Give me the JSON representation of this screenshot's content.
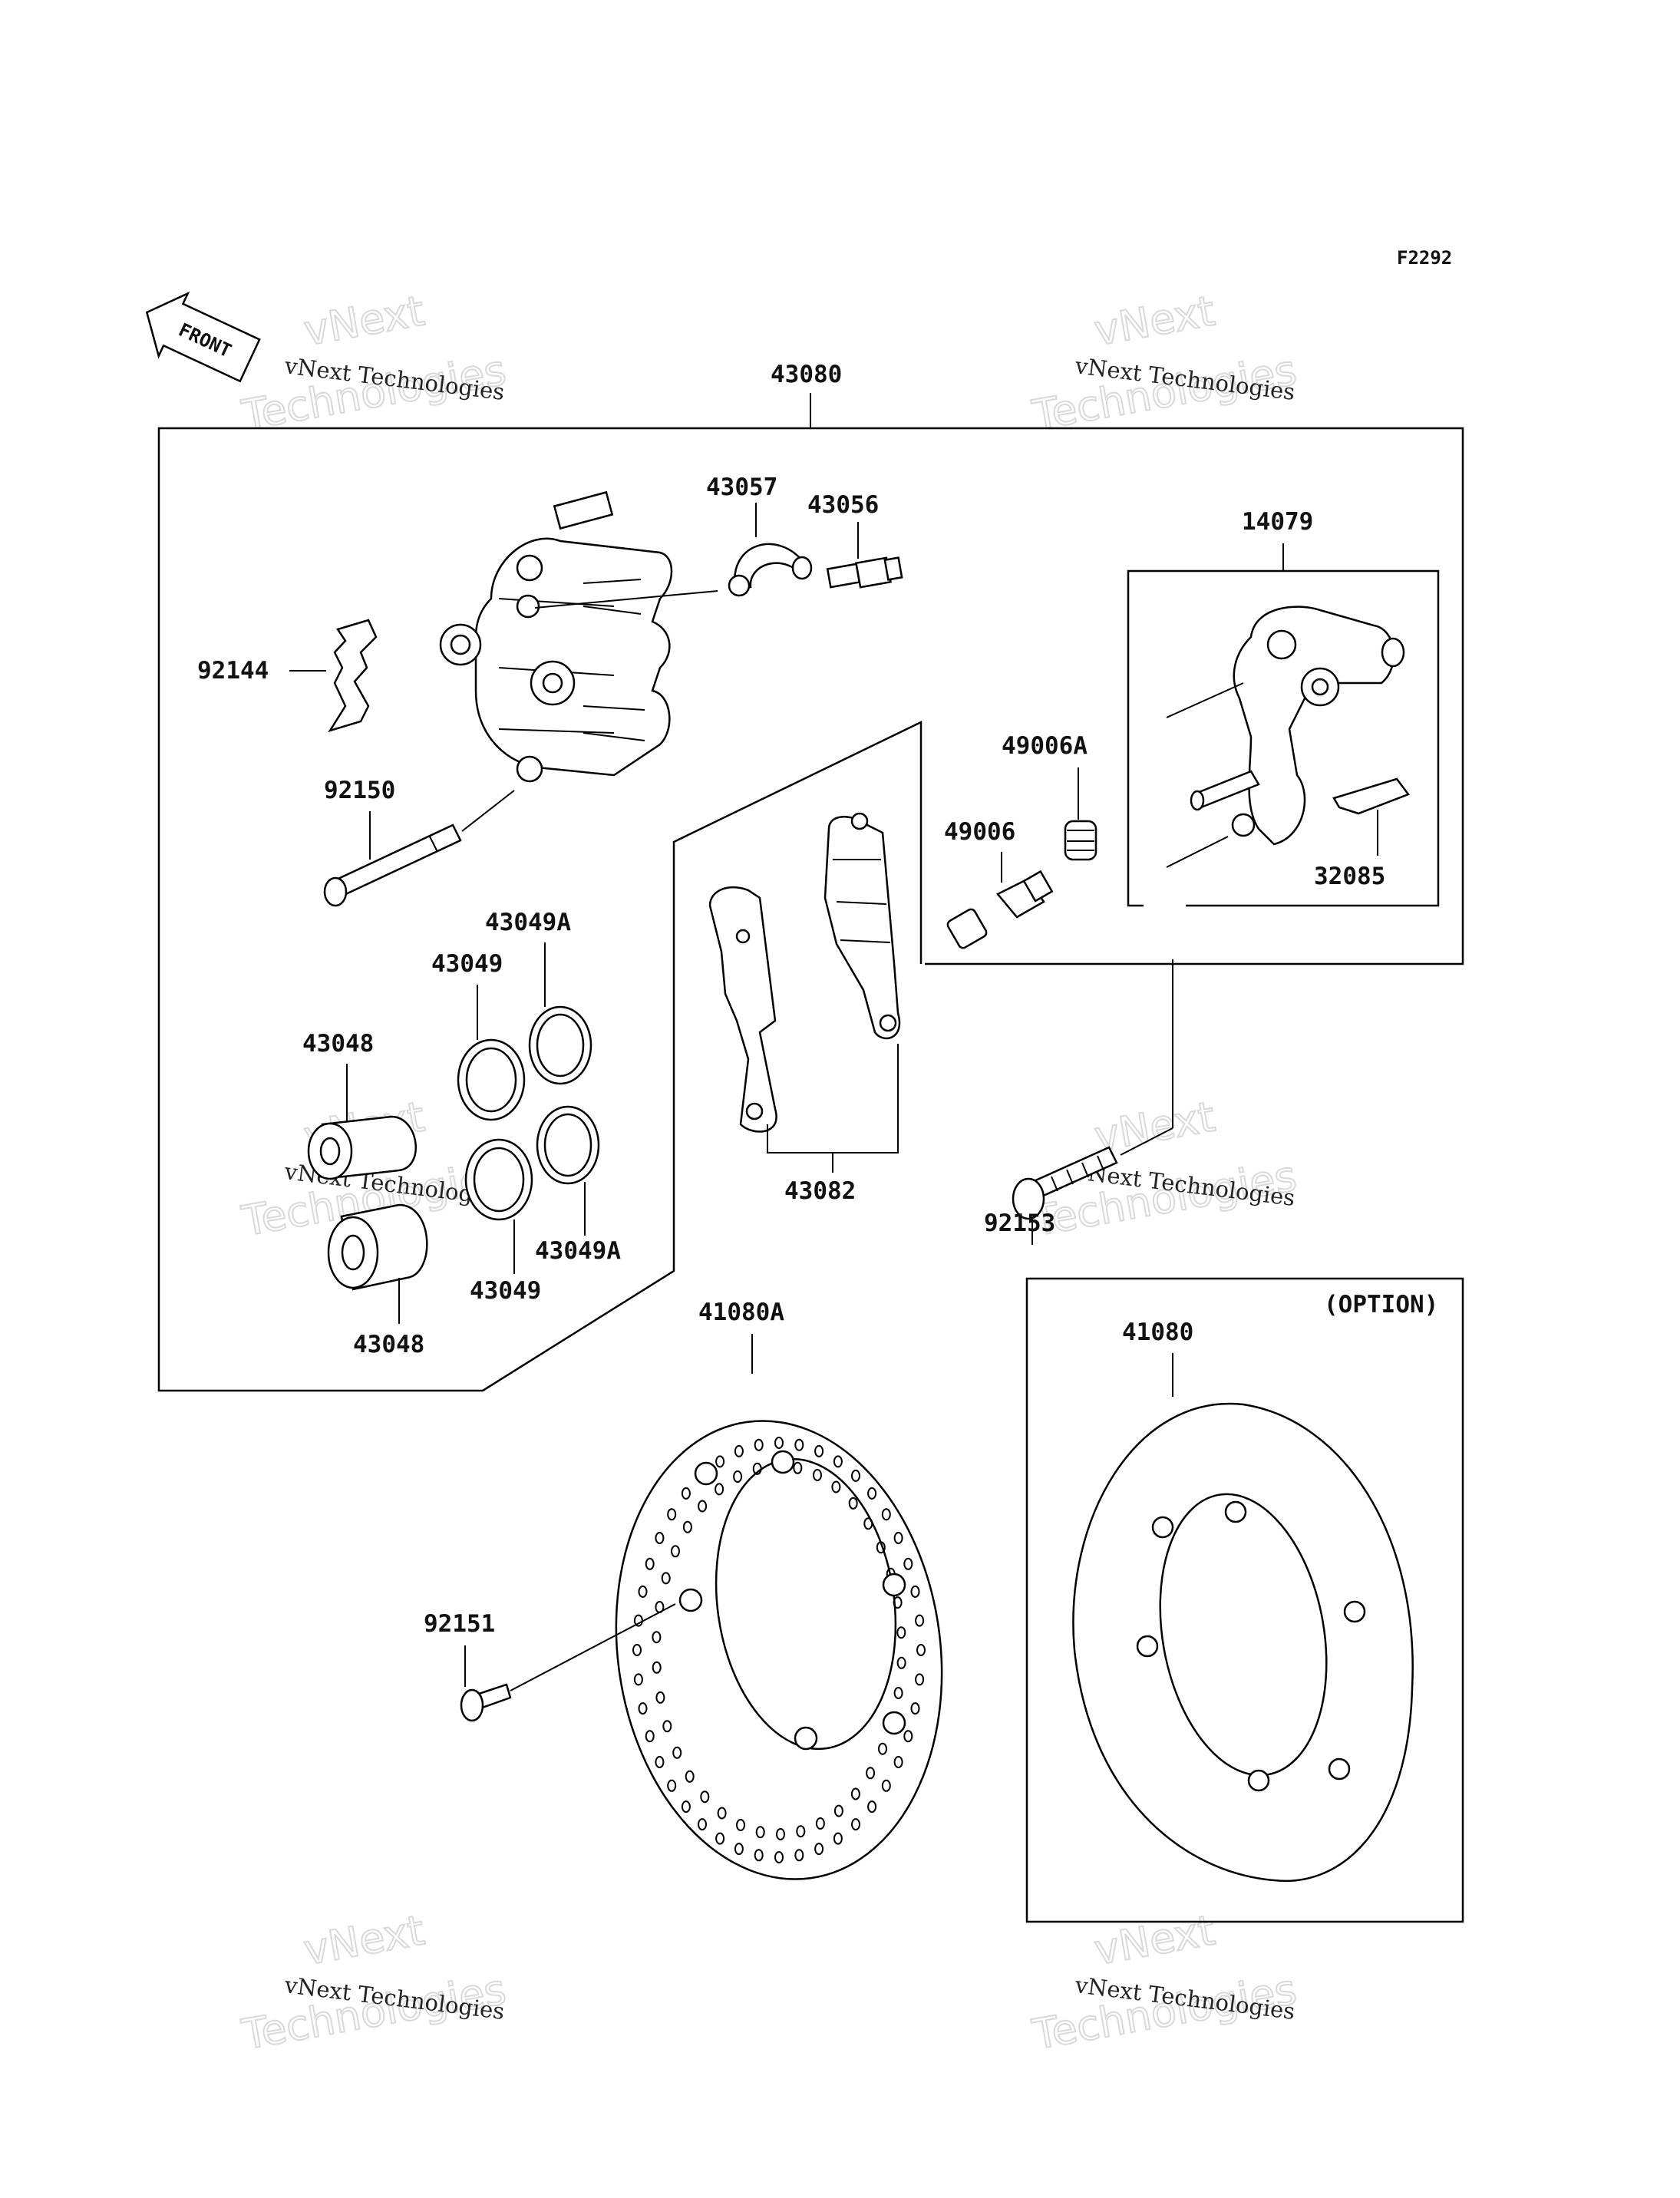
{
  "figure_code": "F2292",
  "front_marker": "FRONT",
  "option_label": "(OPTION)",
  "watermark_small": "vNext Technologies",
  "watermark_big": [
    "vNext",
    "Technologies"
  ],
  "parts": {
    "assembly": "43080",
    "fitting": "43057",
    "bleeder_valve": "43056",
    "holder": "14079",
    "pad_spring": "92144",
    "pin": "92150",
    "boot_a": "49006A",
    "boot": "49006",
    "spring_plate": "32085",
    "seal_a_upper": "43049A",
    "seal_upper": "43049",
    "piston_upper": "43048",
    "pad_set": "43082",
    "bolt": "92153",
    "seal_lower": "43049",
    "seal_a_lower": "43049A",
    "piston_lower": "43048",
    "disc_a": "41080A",
    "disc_option": "41080",
    "disc_bolt": "92151"
  }
}
